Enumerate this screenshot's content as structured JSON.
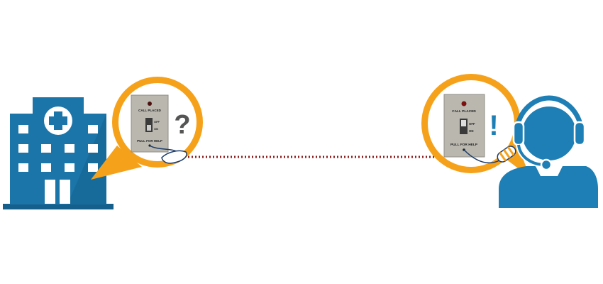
{
  "colors": {
    "building": "#1b75a8",
    "building_dark": "#155f8c",
    "agent": "#1d7fb5",
    "bubble": "#f6a11a",
    "dotted_line": "#8a1b1b",
    "plate": "#b9b7ae",
    "question_mark": "#555555",
    "exclamation_mark": "#1d7fb5"
  },
  "icons": {
    "building": "hospital-building-icon",
    "agent": "call-center-agent-headset-icon",
    "connection": "dotted-connection-line"
  },
  "left_panel": {
    "label_top": "CALL PLACED",
    "label_off": "OFF",
    "label_on": "ON",
    "label_bottom": "PULL FOR HELP",
    "mark": "?"
  },
  "right_panel": {
    "label_top": "CALL PLACED",
    "label_off": "OFF",
    "label_on": "ON",
    "label_bottom": "PULL FOR HELP",
    "mark": "!"
  }
}
